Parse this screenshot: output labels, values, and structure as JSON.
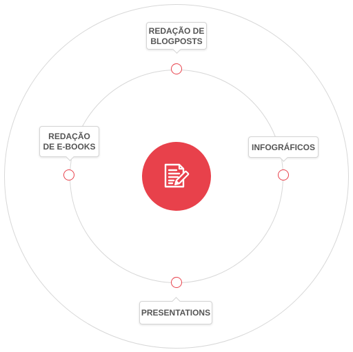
{
  "diagram": {
    "center": {
      "icon": "document-edit-icon"
    },
    "labels": {
      "top": [
        "REDAÇÃO DE",
        "BLOGPOSTS"
      ],
      "left": [
        "REDAÇÃO",
        "DE E-BOOKS"
      ],
      "right": [
        "INFOGRÁFICOS"
      ],
      "bottom": [
        "PRESENTATIONS"
      ]
    },
    "colors": {
      "accent": "#e8414b",
      "ring": "#d7d7d7",
      "label_text": "#555555",
      "callout_border": "#d4d4d4"
    }
  }
}
